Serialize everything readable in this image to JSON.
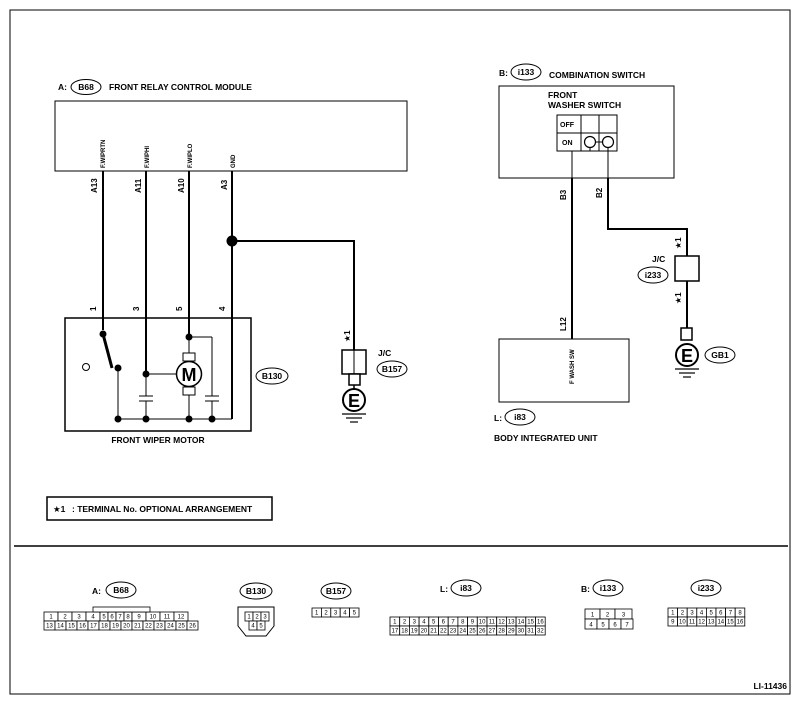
{
  "figure_id": "LI-11436",
  "modules": {
    "frcm": {
      "prefix": "A:",
      "code": "B68",
      "name": "FRONT RELAY CONTROL MODULE"
    },
    "comb_switch": {
      "prefix": "B:",
      "code": "i133",
      "name": "COMBINATION SWITCH"
    },
    "biu": {
      "prefix": "L:",
      "code": "i83",
      "name": "BODY INTEGRATED UNIT"
    },
    "motor": {
      "code": "B130",
      "name": "FRONT WIPER MOTOR"
    }
  },
  "frcm_terminals": [
    {
      "signal": "F.WIPRTN",
      "pin": "A13",
      "motor_pin": "1"
    },
    {
      "signal": "F.WIPHI",
      "pin": "A11",
      "motor_pin": "3"
    },
    {
      "signal": "F.WIPLO",
      "pin": "A10",
      "motor_pin": "5"
    },
    {
      "signal": "GND",
      "pin": "A3",
      "motor_pin": "4"
    }
  ],
  "washer_switch": {
    "title_line1": "FRONT",
    "title_line2": "WASHER SWITCH",
    "off_label": "OFF",
    "on_label": "ON",
    "pins": [
      "B3",
      "B2"
    ]
  },
  "biu_terminal": {
    "pin": "L12",
    "signal": "F WASH SW"
  },
  "motor_symbol": "M",
  "ground_symbol": "E",
  "joint_connectors": [
    {
      "label": "J/C",
      "code": "B157",
      "star": "★1"
    },
    {
      "label": "J/C",
      "code": "i233",
      "star_top": "★1",
      "star_bottom": "★1"
    }
  ],
  "ground_point": "GB1",
  "note": {
    "star": "★1",
    "text": ": TERMINAL No. OPTIONAL ARRANGEMENT"
  },
  "connector_views": [
    {
      "prefix": "A:",
      "code": "B68",
      "row1": [
        "1",
        "2",
        "3",
        "4",
        "5",
        "6",
        "7",
        "8",
        "9",
        "10",
        "11",
        "12"
      ],
      "row2": [
        "13",
        "14",
        "15",
        "16",
        "17",
        "18",
        "19",
        "20",
        "21",
        "22",
        "23",
        "24",
        "25",
        "26"
      ]
    },
    {
      "prefix": "",
      "code": "B130",
      "row1": [
        "1",
        "2",
        "3"
      ],
      "row2": [
        "4",
        "5"
      ]
    },
    {
      "prefix": "",
      "code": "B157",
      "row1": [
        "1",
        "2",
        "3",
        "4",
        "5"
      ]
    },
    {
      "prefix": "L:",
      "code": "i83",
      "row1": [
        "1",
        "2",
        "3",
        "4",
        "5",
        "6",
        "7",
        "8",
        "9",
        "10",
        "11",
        "12",
        "13",
        "14",
        "15",
        "16"
      ],
      "row2": [
        "17",
        "18",
        "19",
        "20",
        "21",
        "22",
        "23",
        "24",
        "25",
        "26",
        "27",
        "28",
        "29",
        "30",
        "31",
        "32"
      ]
    },
    {
      "prefix": "B:",
      "code": "i133",
      "row1": [
        "1",
        "2",
        "3"
      ],
      "row2": [
        "4",
        "5",
        "6",
        "7"
      ]
    },
    {
      "prefix": "",
      "code": "i233",
      "row1": [
        "1",
        "2",
        "3",
        "4",
        "5",
        "6",
        "7",
        "8"
      ],
      "row2": [
        "9",
        "10",
        "11",
        "12",
        "13",
        "14",
        "15",
        "16"
      ]
    }
  ]
}
